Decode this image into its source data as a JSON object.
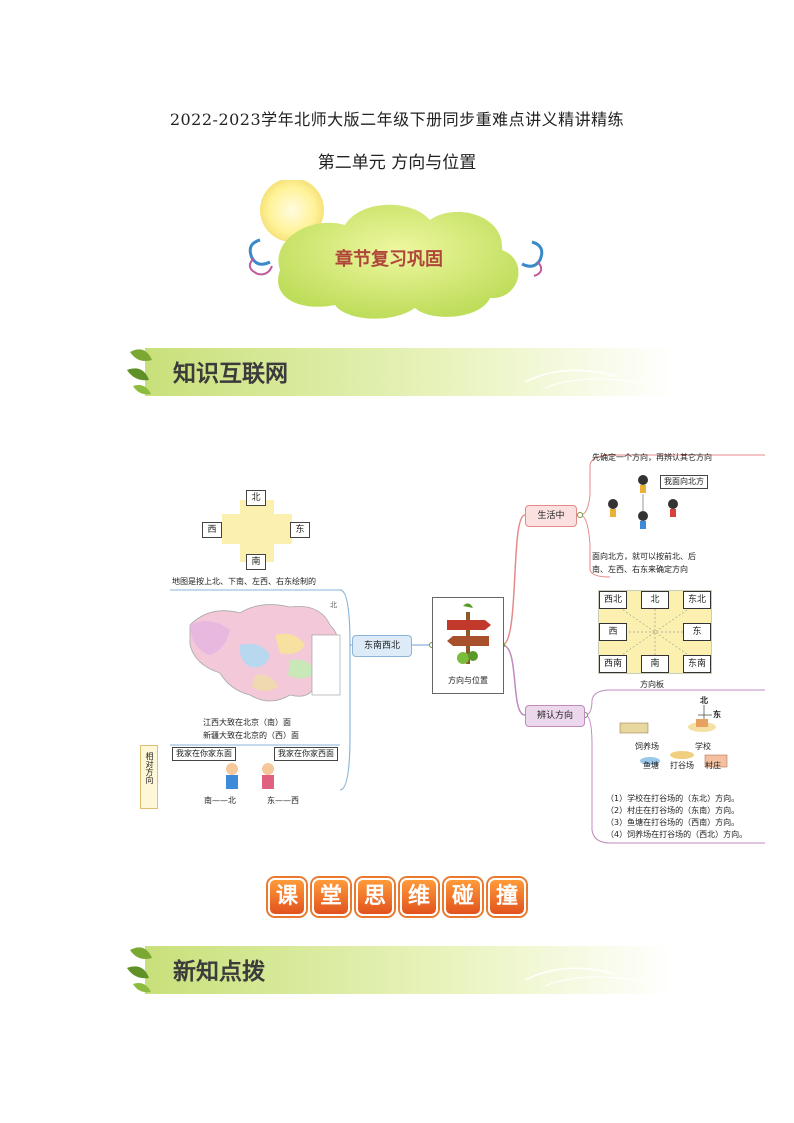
{
  "header": {
    "title": "2022-2023学年北师大版二年级下册同步重难点讲义精讲精练",
    "subtitle": "第二单元  方向与位置"
  },
  "cloud_badge": {
    "label": "章节复习巩固"
  },
  "banner1": {
    "label": "知识互联网"
  },
  "banner2": {
    "label": "新知点拨"
  },
  "mindmap": {
    "center": {
      "label": "方向与位置"
    },
    "left_branch": {
      "label": "东南西北",
      "compass": {
        "north": "北",
        "south": "南",
        "west": "西",
        "east": "东"
      },
      "map_caption": "地图是按上北、下南、左西、右东绘制的",
      "map_note1": "江西大致在北京（南）面",
      "map_note2": "新疆大致在北京的（西）面",
      "relative_label": "相对方向",
      "home_east": "我家在你家东面",
      "home_west": "我家在你家西面",
      "pair1": "南——北",
      "pair2": "东——西"
    },
    "right_top": {
      "label": "生活中",
      "note": "先确定一个方向，再辨认其它方向",
      "speech": "我面向北方",
      "desc1": "面向北方，就可以按前北、后",
      "desc2": "南、左西、右东来确定方向"
    },
    "board": {
      "nw": "西北",
      "n": "北",
      "ne": "东北",
      "w": "西",
      "e": "东",
      "sw": "西南",
      "s": "南",
      "se": "东南",
      "caption": "方向板"
    },
    "right_bottom": {
      "label": "辨认方向",
      "north": "北",
      "east": "东",
      "places": {
        "farm": "饲养场",
        "school": "学校",
        "pond": "鱼塘",
        "yard": "打谷场",
        "village": "村庄"
      },
      "questions": [
        "（1）学校在打谷场的（东北）方向。",
        "（2）村庄在打谷场的（东南）方向。",
        "（3）鱼塘在打谷场的（西南）方向。",
        "（4）饲养场在打谷场的（西北）方向。"
      ]
    }
  },
  "classroom_title": [
    "课",
    "堂",
    "思",
    "维",
    "碰",
    "撞"
  ]
}
